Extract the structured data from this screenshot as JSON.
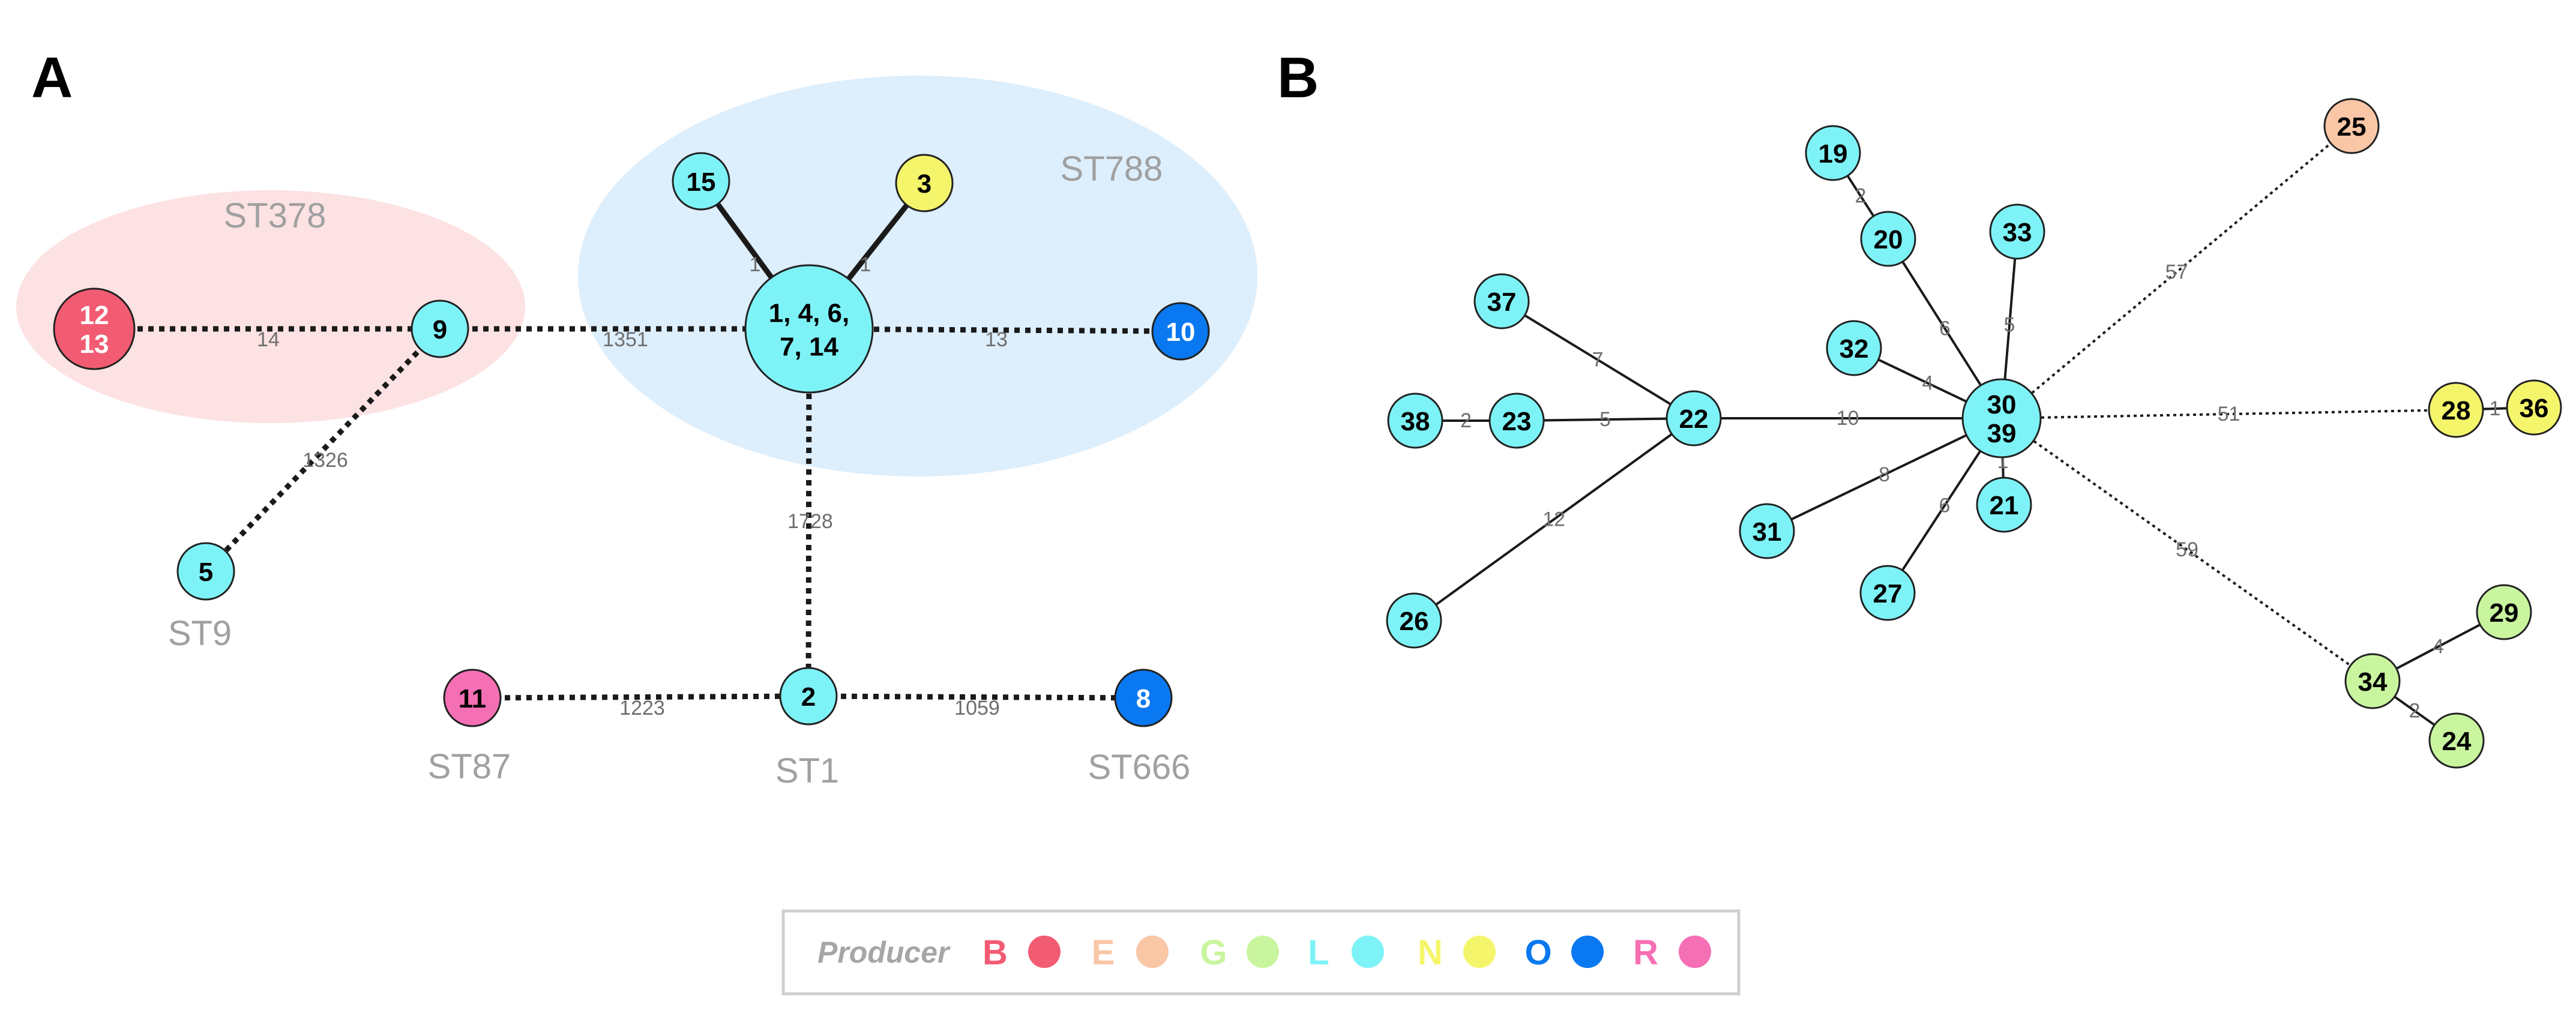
{
  "panels": {
    "a": "A",
    "b": "B"
  },
  "colors": {
    "B": "#f25c73",
    "E": "#f9c6a6",
    "G": "#c9f59f",
    "L": "#7ef3f7",
    "N": "#f5f56c",
    "O": "#0a78f0",
    "R": "#f56fb4"
  },
  "panel_a": {
    "groups": [
      {
        "id": "st378",
        "label": "ST378",
        "color": "#fde2e3"
      },
      {
        "id": "st788",
        "label": "ST788",
        "color": "#ddeefc"
      }
    ],
    "st_labels": [
      "ST378",
      "ST788",
      "ST9",
      "ST87",
      "ST1",
      "ST666"
    ],
    "nodes": [
      {
        "id": "n1214",
        "lines": [
          "12",
          "13"
        ],
        "producer": "B"
      },
      {
        "id": "n9",
        "lines": [
          "9"
        ],
        "producer": "L"
      },
      {
        "id": "n5",
        "lines": [
          "5"
        ],
        "producer": "L"
      },
      {
        "id": "n15",
        "lines": [
          "15"
        ],
        "producer": "L"
      },
      {
        "id": "n3",
        "lines": [
          "3"
        ],
        "producer": "N"
      },
      {
        "id": "nbig",
        "lines": [
          "1, 4, 6,",
          "7, 14"
        ],
        "producer": "L"
      },
      {
        "id": "n10",
        "lines": [
          "10"
        ],
        "producer": "O"
      },
      {
        "id": "n11",
        "lines": [
          "11"
        ],
        "producer": "R"
      },
      {
        "id": "n2",
        "lines": [
          "2"
        ],
        "producer": "L"
      },
      {
        "id": "n8",
        "lines": [
          "8"
        ],
        "producer": "O"
      }
    ],
    "edges": [
      {
        "from": "n1214",
        "to": "n9",
        "label": "14",
        "style": "dotted"
      },
      {
        "from": "n9",
        "to": "n5",
        "label": "1326",
        "style": "dotted"
      },
      {
        "from": "n9",
        "to": "nbig",
        "label": "1351",
        "style": "dotted"
      },
      {
        "from": "n15",
        "to": "nbig",
        "label": "1",
        "style": "solid"
      },
      {
        "from": "n3",
        "to": "nbig",
        "label": "1",
        "style": "solid"
      },
      {
        "from": "nbig",
        "to": "n10",
        "label": "13",
        "style": "dotted"
      },
      {
        "from": "nbig",
        "to": "n2",
        "label": "1728",
        "style": "dotted"
      },
      {
        "from": "n11",
        "to": "n2",
        "label": "1223",
        "style": "dotted"
      },
      {
        "from": "n2",
        "to": "n8",
        "label": "1059",
        "style": "dotted"
      }
    ]
  },
  "panel_b": {
    "nodes": [
      {
        "id": "n19",
        "lines": [
          "19"
        ],
        "producer": "L"
      },
      {
        "id": "n20",
        "lines": [
          "20"
        ],
        "producer": "L"
      },
      {
        "id": "n33",
        "lines": [
          "33"
        ],
        "producer": "L"
      },
      {
        "id": "n25",
        "lines": [
          "25"
        ],
        "producer": "E"
      },
      {
        "id": "n37",
        "lines": [
          "37"
        ],
        "producer": "L"
      },
      {
        "id": "n32",
        "lines": [
          "32"
        ],
        "producer": "L"
      },
      {
        "id": "n3039",
        "lines": [
          "30",
          "39"
        ],
        "producer": "L"
      },
      {
        "id": "n38",
        "lines": [
          "38"
        ],
        "producer": "L"
      },
      {
        "id": "n23",
        "lines": [
          "23"
        ],
        "producer": "L"
      },
      {
        "id": "n22",
        "lines": [
          "22"
        ],
        "producer": "L"
      },
      {
        "id": "n28",
        "lines": [
          "28"
        ],
        "producer": "N"
      },
      {
        "id": "n36",
        "lines": [
          "36"
        ],
        "producer": "N"
      },
      {
        "id": "n21",
        "lines": [
          "21"
        ],
        "producer": "L"
      },
      {
        "id": "n31",
        "lines": [
          "31"
        ],
        "producer": "L"
      },
      {
        "id": "n27",
        "lines": [
          "27"
        ],
        "producer": "L"
      },
      {
        "id": "n26",
        "lines": [
          "26"
        ],
        "producer": "L"
      },
      {
        "id": "n29",
        "lines": [
          "29"
        ],
        "producer": "G"
      },
      {
        "id": "n34",
        "lines": [
          "34"
        ],
        "producer": "G"
      },
      {
        "id": "n24",
        "lines": [
          "24"
        ],
        "producer": "G"
      }
    ],
    "edges": [
      {
        "from": "n19",
        "to": "n20",
        "label": "2",
        "style": "solid"
      },
      {
        "from": "n20",
        "to": "n3039",
        "label": "6",
        "style": "solid"
      },
      {
        "from": "n33",
        "to": "n3039",
        "label": "5",
        "style": "solid"
      },
      {
        "from": "n32",
        "to": "n3039",
        "label": "4",
        "style": "solid"
      },
      {
        "from": "n22",
        "to": "n3039",
        "label": "10",
        "style": "solid"
      },
      {
        "from": "n37",
        "to": "n22",
        "label": "7",
        "style": "solid"
      },
      {
        "from": "n38",
        "to": "n23",
        "label": "2",
        "style": "solid"
      },
      {
        "from": "n23",
        "to": "n22",
        "label": "5",
        "style": "solid"
      },
      {
        "from": "n26",
        "to": "n22",
        "label": "12",
        "style": "solid"
      },
      {
        "from": "n3039",
        "to": "n21",
        "label": "1",
        "style": "solid"
      },
      {
        "from": "n31",
        "to": "n3039",
        "label": "8",
        "style": "solid"
      },
      {
        "from": "n27",
        "to": "n3039",
        "label": "6",
        "style": "solid"
      },
      {
        "from": "n3039",
        "to": "n25",
        "label": "57",
        "style": "dotted"
      },
      {
        "from": "n3039",
        "to": "n28",
        "label": "51",
        "style": "dotted"
      },
      {
        "from": "n28",
        "to": "n36",
        "label": "1",
        "style": "solid"
      },
      {
        "from": "n3039",
        "to": "n34",
        "label": "59",
        "style": "dotted"
      },
      {
        "from": "n34",
        "to": "n29",
        "label": "4",
        "style": "solid"
      },
      {
        "from": "n34",
        "to": "n24",
        "label": "2",
        "style": "solid"
      }
    ]
  },
  "legend": {
    "title": "Producer",
    "items": [
      {
        "letter": "B"
      },
      {
        "letter": "E"
      },
      {
        "letter": "G"
      },
      {
        "letter": "L"
      },
      {
        "letter": "N"
      },
      {
        "letter": "O"
      },
      {
        "letter": "R"
      }
    ]
  }
}
